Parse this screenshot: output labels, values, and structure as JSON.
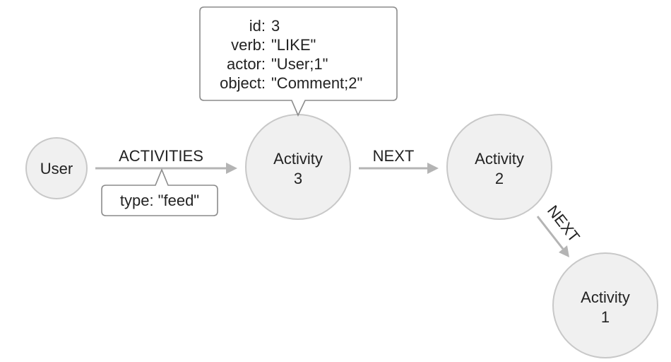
{
  "nodes": {
    "user": {
      "label": "User"
    },
    "activity3": {
      "line1": "Activity",
      "line2": "3"
    },
    "activity2": {
      "line1": "Activity",
      "line2": "2"
    },
    "activity1": {
      "line1": "Activity",
      "line2": "1"
    }
  },
  "edges": {
    "activities": {
      "label": "ACTIVITIES",
      "property": "type: \"feed\""
    },
    "next_3_2": {
      "label": "NEXT"
    },
    "next_2_1": {
      "label": "NEXT"
    }
  },
  "activity3_properties": [
    {
      "key": "id:",
      "value": "3"
    },
    {
      "key": "verb:",
      "value": "\"LIKE\""
    },
    {
      "key": "actor:",
      "value": "\"User;1\""
    },
    {
      "key": "object:",
      "value": "\"Comment;2\""
    }
  ],
  "colors": {
    "node_fill": "#f0f0f0",
    "node_stroke": "#c8c8c8",
    "edge": "#b4b4b4",
    "callout_stroke": "#8c8c8c",
    "text": "#222222"
  }
}
